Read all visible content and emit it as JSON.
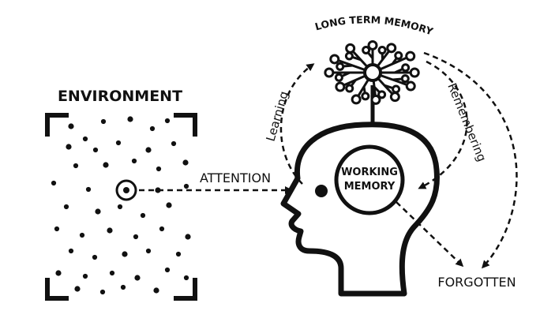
{
  "labels": {
    "environment": "ENVIRONMENT",
    "long_term_memory": "LONG TERM MEMORY",
    "learning": "Learning",
    "remembering": "Remembering",
    "attention": "ATTENTION",
    "working_memory_line1": "WORKING",
    "working_memory_line2": "MEMORY",
    "forgotten": "FORGOTTEN"
  },
  "colors": {
    "ink": "#111111",
    "background": "#ffffff"
  },
  "icons": {
    "environment_frame": "corner-brackets",
    "focus_target": "bullseye-icon",
    "memory_network": "neuron-network-icon",
    "head": "head-profile-icon"
  }
}
